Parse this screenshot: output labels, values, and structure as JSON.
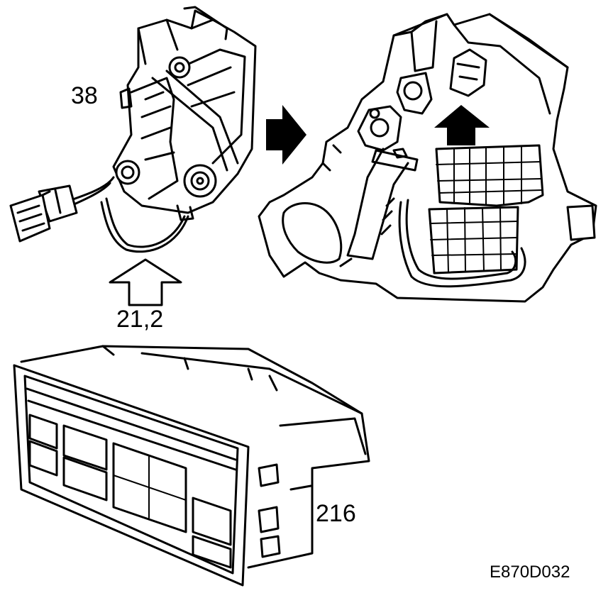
{
  "labels": {
    "motor_ref": "38",
    "torque": "21,2",
    "panel_ref": "216",
    "figure_code": "E870D032"
  }
}
